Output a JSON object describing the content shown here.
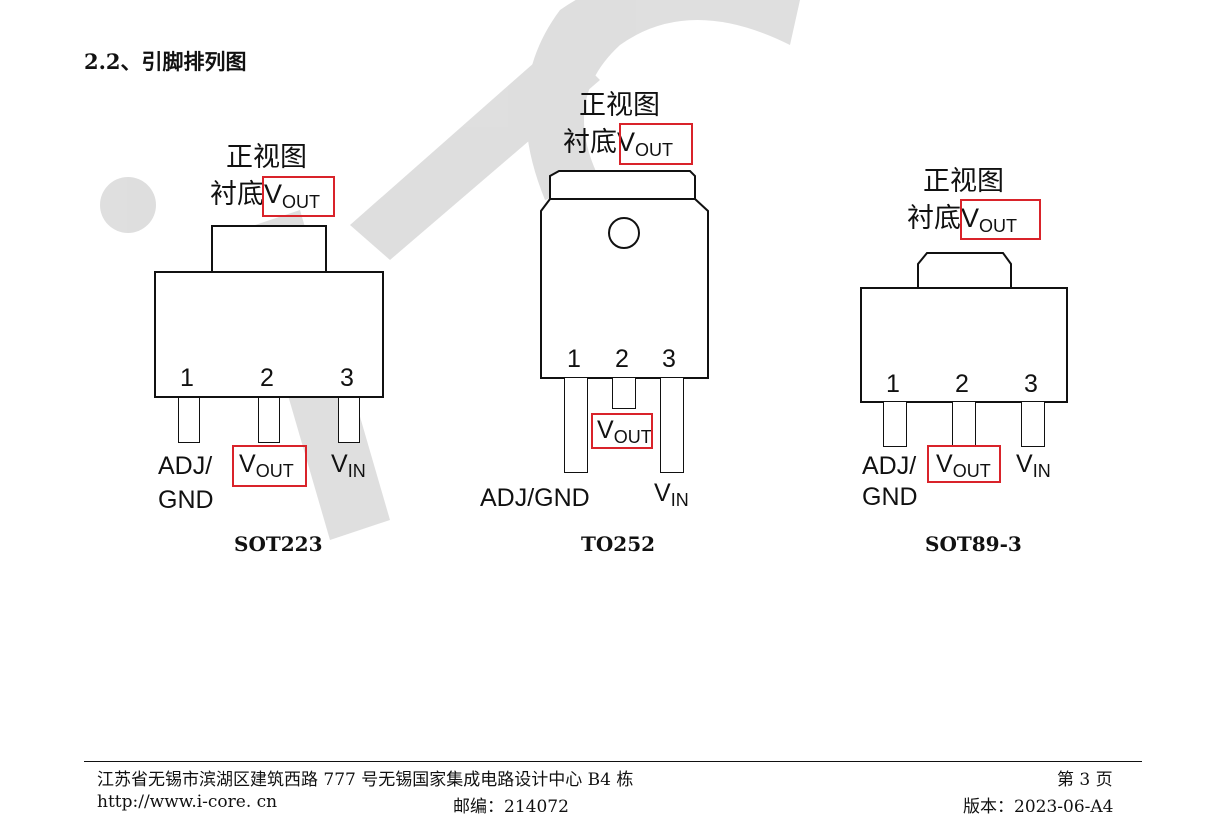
{
  "section_title": "2.2、引脚排列图",
  "watermark_text": "i-Co",
  "packages": [
    {
      "name": "SOT223",
      "view_label": "正视图",
      "substrate_label": "衬底",
      "substrate_symbol": "V",
      "substrate_sub": "OUT",
      "pins": [
        "1",
        "2",
        "3"
      ],
      "pin1_label_line1": "ADJ/",
      "pin1_label_line2": "GND",
      "pin2_symbol": "V",
      "pin2_sub": "OUT",
      "pin3_symbol": "V",
      "pin3_sub": "IN"
    },
    {
      "name": "TO252",
      "view_label": "正视图",
      "substrate_label": "衬底",
      "substrate_symbol": "V",
      "substrate_sub": "OUT",
      "pins": [
        "1",
        "2",
        "3"
      ],
      "pin1_label": "ADJ/GND",
      "pin2_symbol": "V",
      "pin2_sub": "OUT",
      "pin3_symbol": "V",
      "pin3_sub": "IN"
    },
    {
      "name": "SOT89-3",
      "view_label": "正视图",
      "substrate_label": "衬底",
      "substrate_symbol": "V",
      "substrate_sub": "OUT",
      "pins": [
        "1",
        "2",
        "3"
      ],
      "pin1_label_line1": "ADJ/",
      "pin1_label_line2": "GND",
      "pin2_symbol": "V",
      "pin2_sub": "OUT",
      "pin3_symbol": "V",
      "pin3_sub": "IN"
    }
  ],
  "footer": {
    "address": "江苏省无锡市滨湖区建筑西路 777 号无锡国家集成电路设计中心 B4 栋",
    "website": "http://www.i-core. cn",
    "postcode": "邮编：214072",
    "page": "第 3 页",
    "version": "版本：2023-06-A4"
  },
  "colors": {
    "highlight": "#d9232a",
    "watermark": "#d9d9d9"
  }
}
